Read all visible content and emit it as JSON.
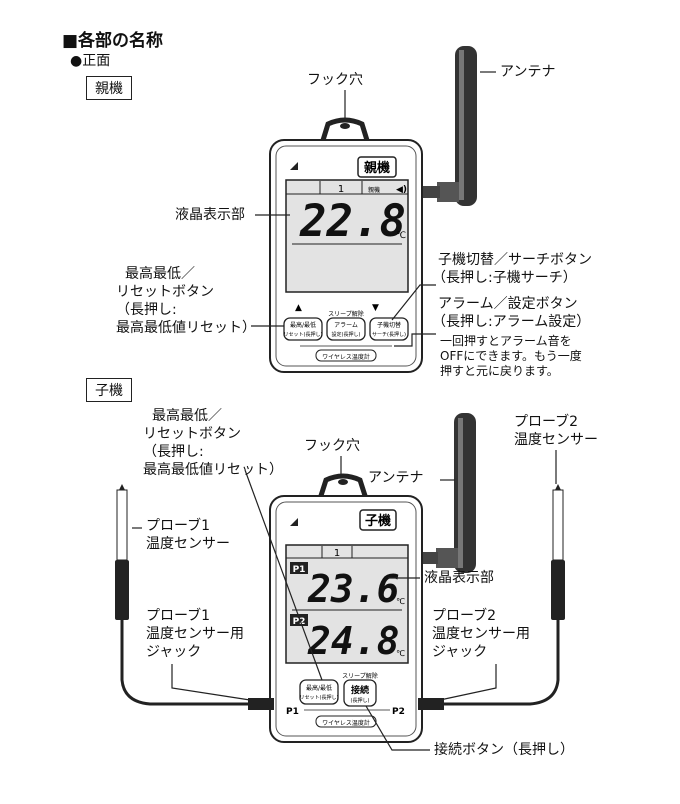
{
  "section_title": "■各部の名称",
  "subheading": "●正面",
  "parent": {
    "box_label": "親機",
    "hook_hole": "フック穴",
    "antenna": "アンテナ",
    "device_badge": "親機",
    "lcd_channel": "1",
    "lcd_indicator": "親機",
    "lcd_reading": "22.8",
    "lcd_unit": "℃",
    "lcd_label": "液晶表示部",
    "maxmin_button_label": [
      "最高最低／",
      "リセットボタン",
      "（長押し:",
      "最高最低値リセット）"
    ],
    "child_switch_label": [
      "子機切替／サーチボタン",
      "（長押し:子機サーチ）"
    ],
    "alarm_button_label": [
      "アラーム／設定ボタン",
      "（長押し:アラーム設定）"
    ],
    "alarm_note": [
      "一回押すとアラーム音を",
      "OFFにできます。もう一度",
      "押すと元に戻ります。"
    ],
    "btn_maxmin": [
      "最高/最低",
      "リセット(長押し)"
    ],
    "btn_alarm": [
      "アラーム",
      "設定(長押し)"
    ],
    "btn_child": [
      "子機切替",
      "サーチ(長押し)"
    ],
    "sleep_text": "スリープ解除",
    "footer_text": "ワイヤレス温度計",
    "up_arrow": "▲",
    "down_arrow": "▼"
  },
  "child": {
    "box_label": "子機",
    "hook_hole": "フック穴",
    "antenna": "アンテナ",
    "device_badge": "子機",
    "lcd_channel": "1",
    "probe1_tag": "P1",
    "probe2_tag": "P2",
    "reading1": "23.6",
    "reading2": "24.8",
    "lcd_unit": "℃",
    "lcd_label": "液晶表示部",
    "maxmin_button_label": [
      "最高最低／",
      "リセットボタン",
      "（長押し:",
      "最高最低値リセット）"
    ],
    "probe1_sensor": [
      "プローブ1",
      "温度センサー"
    ],
    "probe2_sensor": [
      "プローブ2",
      "温度センサー"
    ],
    "probe1_jack": [
      "プローブ1",
      "温度センサー用",
      "ジャック"
    ],
    "probe2_jack": [
      "プローブ2",
      "温度センサー用",
      "ジャック"
    ],
    "connect_button_label": "接続ボタン（長押し）",
    "btn_maxmin": [
      "最高/最低",
      "リセット(長押し)"
    ],
    "btn_connect": [
      "接続",
      "(長押し)"
    ],
    "sleep_text": "スリープ解除",
    "footer_text": "ワイヤレス温度計"
  }
}
